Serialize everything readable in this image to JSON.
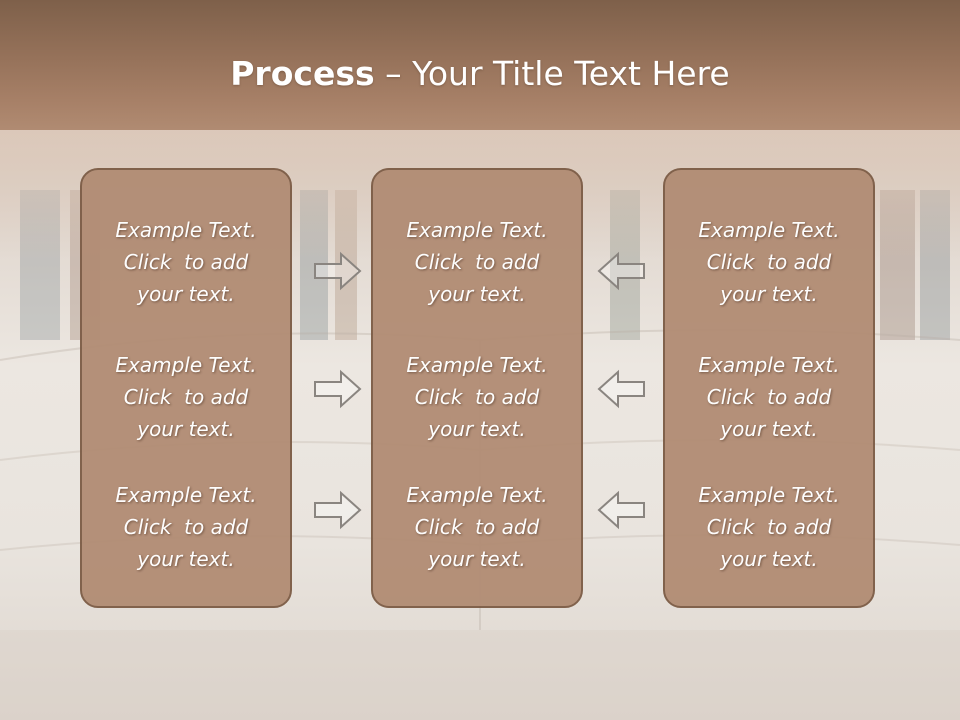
{
  "title": {
    "bold": "Process",
    "rest": " – Your Title Text Here"
  },
  "panels": [
    {
      "items": [
        {
          "line1": "Example Text.",
          "line2": "Click  to add",
          "line3": "your text."
        },
        {
          "line1": "Example Text.",
          "line2": "Click  to add",
          "line3": "your text."
        },
        {
          "line1": "Example Text.",
          "line2": "Click  to add",
          "line3": "your text."
        }
      ]
    },
    {
      "items": [
        {
          "line1": "Example Text.",
          "line2": "Click  to add",
          "line3": "your text."
        },
        {
          "line1": "Example Text.",
          "line2": "Click  to add",
          "line3": "your text."
        },
        {
          "line1": "Example Text.",
          "line2": "Click  to add",
          "line3": "your text."
        }
      ]
    },
    {
      "items": [
        {
          "line1": "Example Text.",
          "line2": "Click  to add",
          "line3": "your text."
        },
        {
          "line1": "Example Text.",
          "line2": "Click  to add",
          "line3": "your text."
        },
        {
          "line1": "Example Text.",
          "line2": "Click  to add",
          "line3": "your text."
        }
      ]
    }
  ],
  "arrows": {
    "left_column_direction": "right",
    "right_column_direction": "left"
  },
  "colors": {
    "header": "#96725a",
    "panel_fill": "#b28d75",
    "panel_border": "#7d5d47",
    "text": "#ffffff",
    "arrow_stroke": "#8a8580"
  }
}
